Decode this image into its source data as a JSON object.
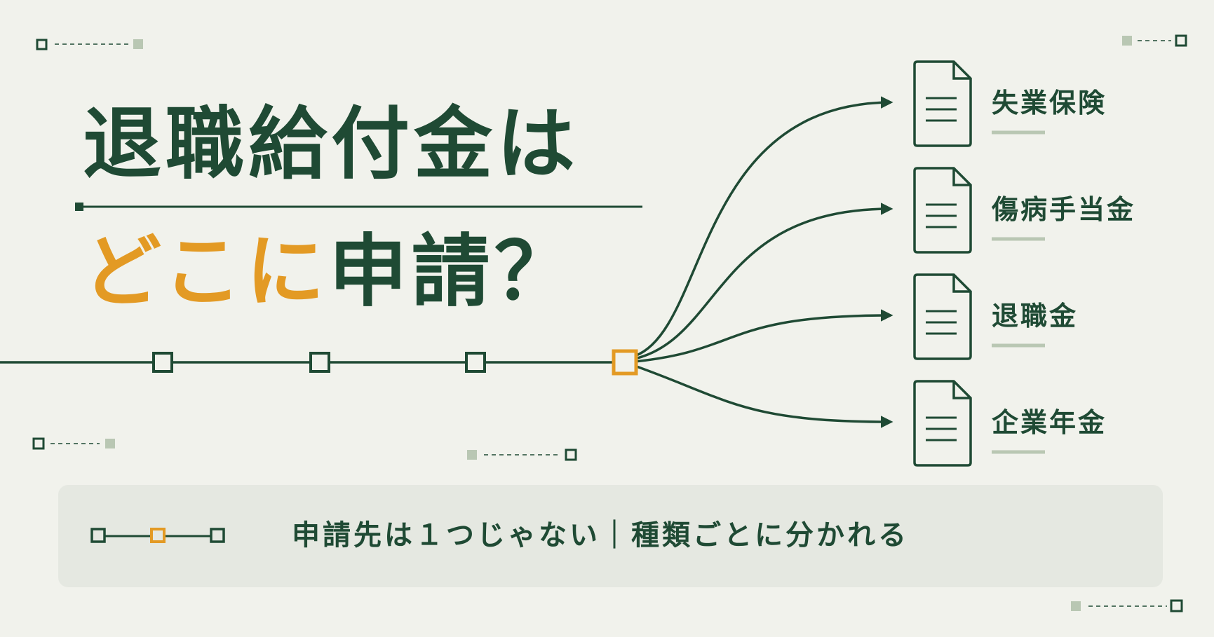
{
  "colors": {
    "background": "#f1f2ec",
    "primary_green": "#1f4a34",
    "accent_orange": "#e39a24",
    "pale_green": "#b9c7b3",
    "footer_bg": "#e5e8e1"
  },
  "title": {
    "line1": "退職給付金は",
    "line2_highlight": "どこに",
    "line2_rest": "申請？"
  },
  "destinations": [
    {
      "label": "失業保険",
      "icon": "document-icon"
    },
    {
      "label": "傷病手当金",
      "icon": "document-icon"
    },
    {
      "label": "退職金",
      "icon": "document-icon"
    },
    {
      "label": "企業年金",
      "icon": "document-icon"
    }
  ],
  "footer": {
    "text": "申請先は１つじゃない｜種類ごとに分かれる"
  }
}
